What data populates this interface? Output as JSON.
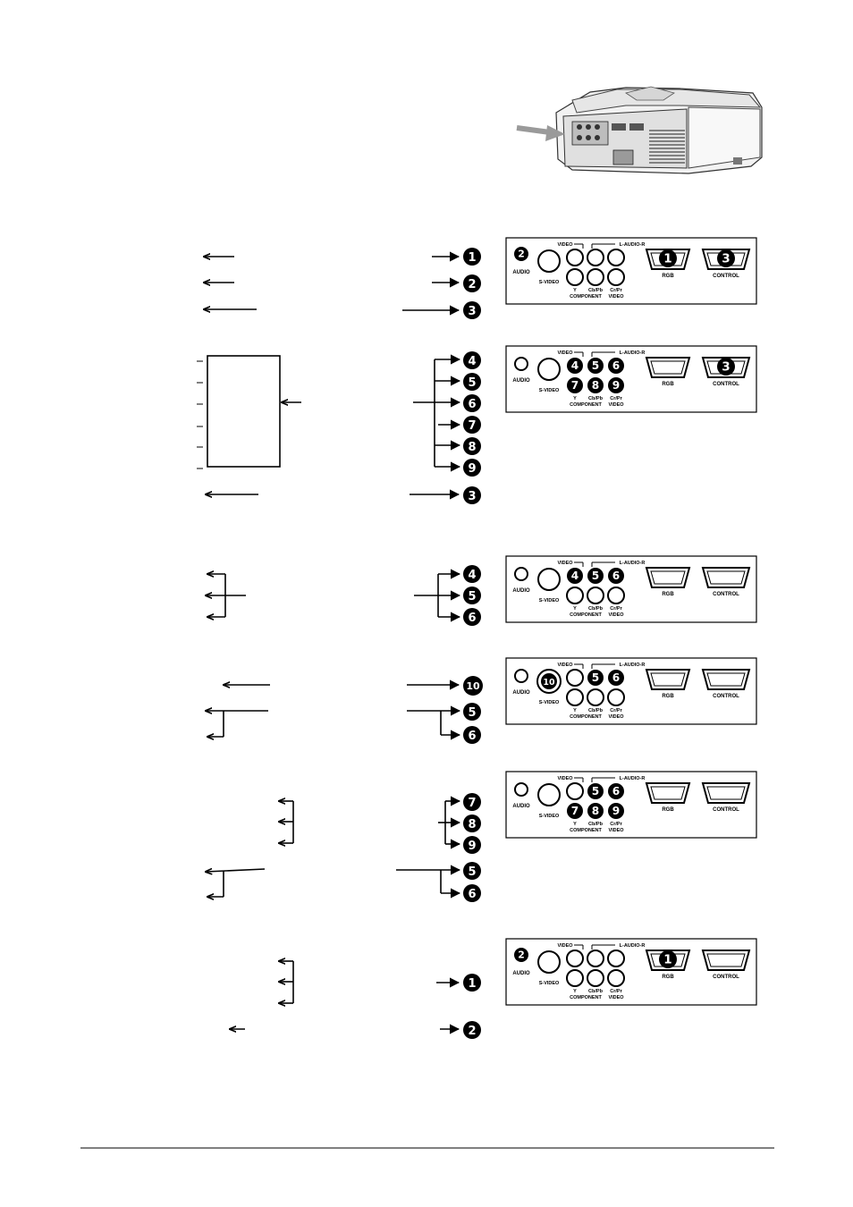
{
  "projector_illustration": {
    "description_icon": "projector-rear-view-icon"
  },
  "panel_labels": {
    "audio": "AUDIO",
    "svideo": "S-VIDEO",
    "video": "VIDEO",
    "audio_lr": "L-AUDIO-R",
    "rgb": "RGB",
    "control": "CONTROL",
    "y": "Y",
    "cbpb": "Cb/Pb",
    "crpr": "Cr/Pr",
    "component": "COMPONENT",
    "video_bottom": "VIDEO"
  },
  "badges": {
    "n1": "1",
    "n2": "2",
    "n3": "3",
    "n4": "4",
    "n5": "5",
    "n6": "6",
    "n7": "7",
    "n8": "8",
    "n9": "9",
    "n10": "10"
  },
  "panels": [
    {
      "id": "rgb-audio-control",
      "highlighted": [
        "2",
        "1",
        "3"
      ]
    },
    {
      "id": "video-audio-control",
      "highlighted": [
        "4",
        "5",
        "6",
        "7",
        "8",
        "9",
        "3"
      ]
    },
    {
      "id": "video-audio",
      "highlighted": [
        "4",
        "5",
        "6"
      ]
    },
    {
      "id": "svideo-audio",
      "highlighted": [
        "10",
        "5",
        "6"
      ]
    },
    {
      "id": "component-audio",
      "highlighted": [
        "5",
        "6",
        "7",
        "8",
        "9"
      ]
    },
    {
      "id": "rgb-audio",
      "highlighted": [
        "2",
        "1"
      ]
    }
  ]
}
